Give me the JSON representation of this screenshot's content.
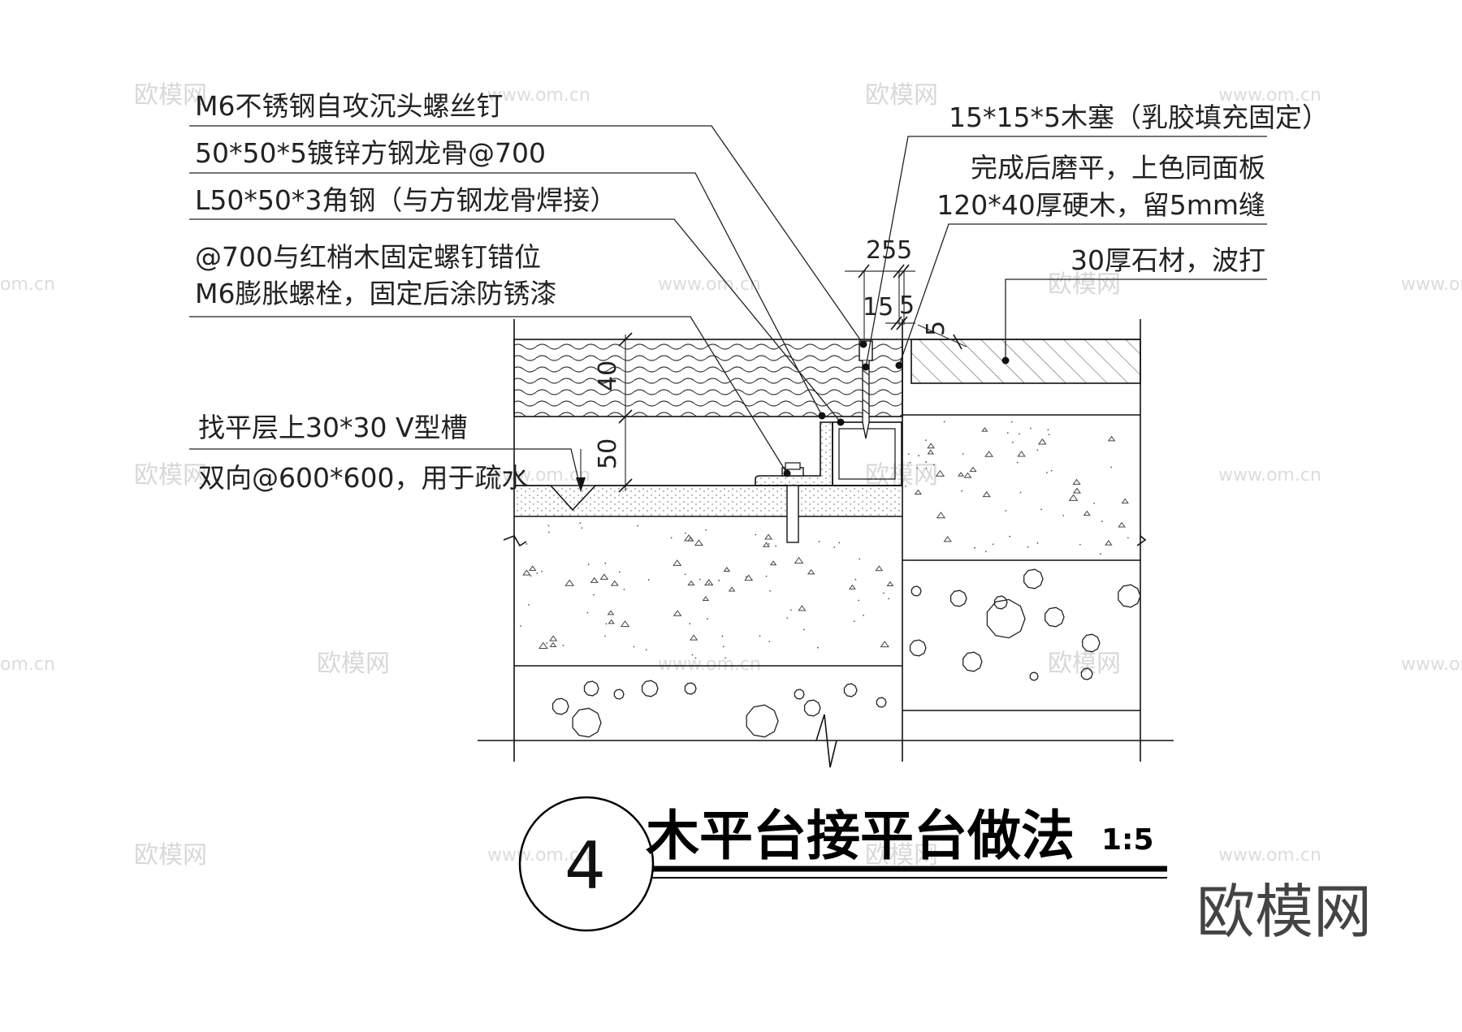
{
  "labels": {
    "screw": "M6不锈钢自攻沉头螺丝钉",
    "keel": "50*50*5镀锌方钢龙骨@700",
    "angle": "L50*50*3角钢（与方钢龙骨焊接）",
    "bolt_line1": "@700与红梢木固定螺钉错位",
    "bolt_line2": "M6膨胀螺栓，固定后涂防锈漆",
    "groove_line1": "找平层上30*30  V型槽",
    "groove_line2": "双向@600*600，用于疏水",
    "plug": "15*15*5木塞（乳胶填充固定）",
    "plug_note": "完成后磨平，上色同面板",
    "hardwood": "120*40厚硬木，留5mm缝",
    "stone": "30厚石材，波打"
  },
  "dimensions": {
    "d255": "255",
    "d15": "15",
    "d5a": "5",
    "d5b": "5",
    "d40": "40",
    "d50": "50"
  },
  "title": {
    "number": "4",
    "text": "木平台接平台做法",
    "scale": "1:5"
  },
  "watermarks": {
    "logo": "欧模网",
    "url": "www.om.cn",
    "url_partial": "om.cn",
    "brand": "欧模网"
  }
}
